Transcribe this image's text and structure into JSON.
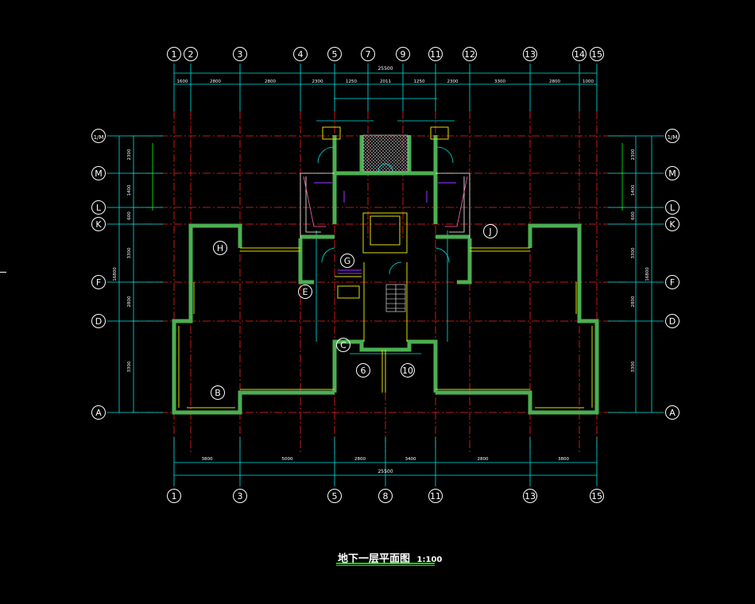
{
  "drawing": {
    "title": "地下一层平面图",
    "scale": "1:100",
    "colors": {
      "background": "#000000",
      "axis_line": "#ff2020",
      "dimension": "#00e5e5",
      "wall": "#4caf50",
      "wall_outline": "#e0e000",
      "partition": "#ffff00",
      "annotation": "#ffffff",
      "purple": "#8a2be2"
    },
    "top_axes": [
      "1",
      "2",
      "3",
      "4",
      "5",
      "7",
      "9",
      "11",
      "12",
      "13",
      "14",
      "15"
    ],
    "bottom_axes": [
      "1",
      "3",
      "5",
      "8",
      "11",
      "13",
      "15"
    ],
    "left_axes": [
      "1/M",
      "M",
      "L",
      "K",
      "F",
      "D",
      "A"
    ],
    "right_axes": [
      "1/M",
      "M",
      "L",
      "K",
      "F",
      "D",
      "A"
    ],
    "inner_axes": [
      "H",
      "J",
      "G",
      "E",
      "C",
      "B",
      "6",
      "10"
    ],
    "top_dims_overall": "25500",
    "top_dims": [
      "1600",
      "2800",
      "2800",
      "2300",
      "1250",
      "2011",
      "1250",
      "2300",
      "3300",
      "2800",
      "1000"
    ],
    "bottom_dims_overall": "25500",
    "bottom_dims": [
      "3800",
      "5000",
      "2800",
      "3400",
      "2800",
      "3800"
    ],
    "left_dims_outer": "16800",
    "right_dims_outer": "16800",
    "side_dims": [
      "2300",
      "1400",
      "600",
      "3300",
      "2800",
      "3300"
    ]
  }
}
